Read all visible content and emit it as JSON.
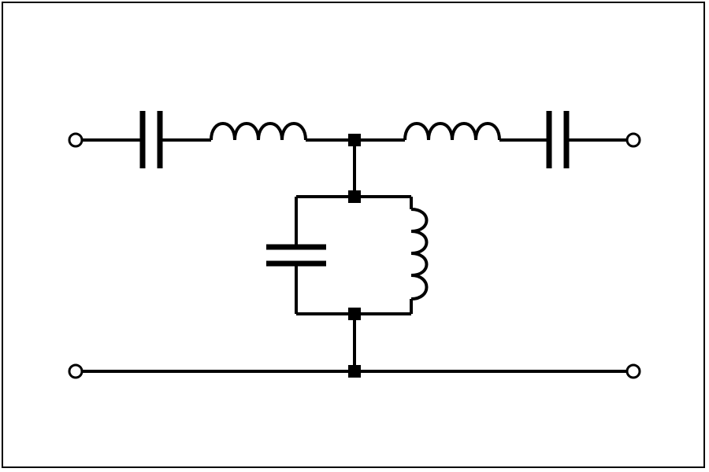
{
  "diagram": {
    "type": "circuit-schematic",
    "colors": {
      "background": "#ffffff",
      "stroke": "#000000"
    },
    "components": [
      "series-capacitor-input",
      "series-inductor-input",
      "series-inductor-output",
      "series-capacitor-output",
      "shunt-parallel-capacitor",
      "shunt-parallel-inductor"
    ],
    "terminals": [
      "input-top-terminal",
      "output-top-terminal",
      "input-bottom-terminal",
      "output-bottom-terminal"
    ]
  }
}
